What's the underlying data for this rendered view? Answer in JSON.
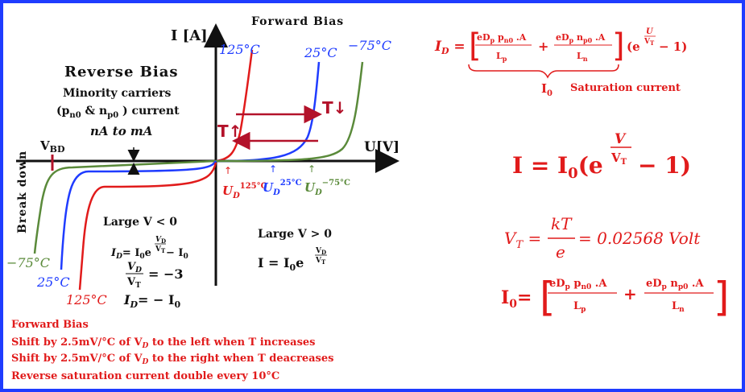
{
  "colors": {
    "red": "#e11b1b",
    "blue": "#1f3cff",
    "green": "#5a8a3a",
    "black": "#111111",
    "frame": "#1f3cff",
    "darkred": "#b3122a"
  },
  "graph": {
    "title_top": "Forward Bias",
    "y_axis": "I [A]",
    "x_axis": "U[V]",
    "forward_temps": {
      "t125": "125°C",
      "t25": "25°C",
      "tm75": "−75°C"
    },
    "reverse_temps": {
      "tm75": "−75°C",
      "t25": "25°C",
      "t125": "125°C"
    },
    "t_down": "T↓",
    "t_up": "T↑",
    "vbd": "V",
    "vbd_sub": "BD",
    "breakdown": "Break down",
    "threshold": {
      "u": "U",
      "d": "D",
      "s125": "125°C",
      "s25": "25°C",
      "sm75": "−75°C"
    }
  },
  "reverse": {
    "title": "Reverse Bias",
    "line1": "Minority carriers",
    "line2": "(p",
    "line2_sub1": "n0",
    "line2_mid": " & n",
    "line2_sub2": "p0",
    "line2_end": "  ) current",
    "range": "nA to mA",
    "large_v": "Large V < 0",
    "eq1": "I",
    "eq1_rest": "= I",
    "eq1_e": "e",
    "eq1_exp_n": "V",
    "eq1_exp_d": "V",
    "eq1_tail": "− I",
    "eq2_n": "V",
    "eq2_d": "V",
    "eq2_rhs": "= −3",
    "eq3": "I",
    "eq3_rhs": "= − I"
  },
  "forward_eq": {
    "large_v": "Large V > 0",
    "eq": "I = I",
    "e": "e",
    "exp_n": "V",
    "exp_d": "V"
  },
  "notes": [
    "Forward Bias",
    "Shift by  2.5mV/°C of V",
    "Shift by 2.5mV/°C of V",
    "Reverse saturation current double every 10°C"
  ],
  "notes_tail": [
    "",
    " to the left when T increases",
    " to the right when T deacreases",
    ""
  ],
  "right": {
    "top_lhs": "I",
    "top_frac1_n": "eD",
    "top_frac1_n2": " p",
    "top_frac1_n3": " .A",
    "top_frac1_d": "L",
    "top_frac2_n": "eD",
    "top_frac2_n2": " n",
    "top_frac2_n3": " .A",
    "top_frac2_d": "L",
    "top_exp": "(e",
    "top_exp_n": "U",
    "top_exp_d": "V",
    "top_tail": "− 1)",
    "brace_label": "I",
    "brace_text": "Saturation current",
    "big_eq": "I = I",
    "big_e": "(e",
    "big_exp_n": "V",
    "big_exp_d": "V",
    "big_tail": "− 1)",
    "vt_eq": "= 0.02568 Volt",
    "vt_lhs": "V",
    "vt_n": "kT",
    "vt_d": "e",
    "i0": "I",
    "i0_rest": "="
  }
}
